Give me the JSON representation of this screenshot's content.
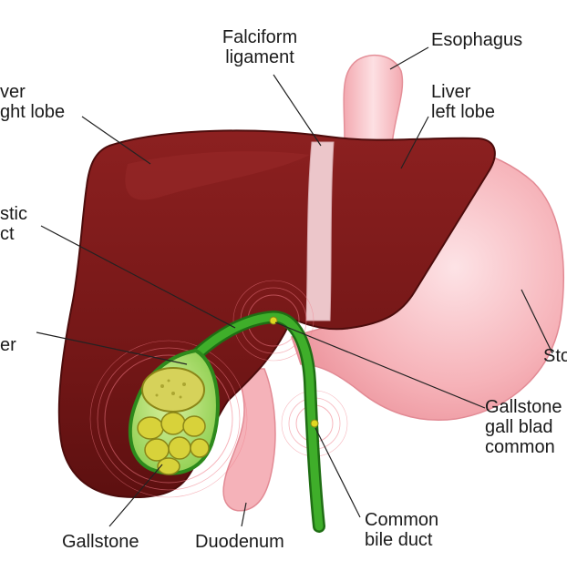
{
  "labels": {
    "falciform": "Falciform\nligament",
    "esophagus": "Esophagus",
    "liver_left_lobe": "Liver\nleft lobe",
    "liver_right_lobe": "ver\nght lobe",
    "cystic_duct": "stic\nct",
    "gallbladder": "er",
    "stomach": "Sto",
    "gallstone_ducts": "Gallstone\ngall blad\ncommon",
    "gallstone": "Gallstone",
    "duodenum": "Duodenum",
    "common_bile_duct": "Common\nbile duct"
  },
  "colors": {
    "liver": "#7a1a1a",
    "liver_shadow": "#5c1010",
    "stomach": "#f7b7bd",
    "stomach_light": "#fde0e3",
    "falciform": "#e9c9cc",
    "bile_duct": "#3fae2a",
    "bile_duct_dark": "#1f6e14",
    "gallbladder_fill": "#b9e07a",
    "stone": "#d8d23a",
    "stone_edge": "#8a8618",
    "glow": "#f07a86",
    "leader": "#222222"
  }
}
